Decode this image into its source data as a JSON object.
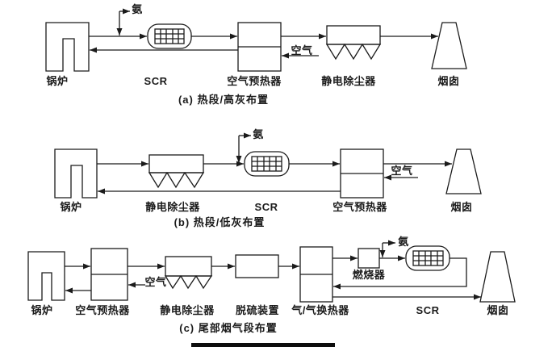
{
  "page": {
    "background": "#ffffff",
    "ink": "#1b1b1b"
  },
  "diagrams": {
    "a": {
      "caption": "(a) 热段/高灰布置",
      "labels": {
        "ammonia": "氨",
        "boiler": "锅炉",
        "scr": "SCR",
        "air_preheater": "空气预热器",
        "air": "空气",
        "esp": "静电除尘器",
        "stack": "烟囱"
      }
    },
    "b": {
      "caption": "(b) 热段/低灰布置",
      "labels": {
        "ammonia": "氨",
        "boiler": "锅炉",
        "esp": "静电除尘器",
        "scr": "SCR",
        "air_preheater": "空气预热器",
        "air": "空气",
        "stack": "烟囱"
      }
    },
    "c": {
      "caption": "(c) 尾部烟气段布置",
      "labels": {
        "ammonia": "氨",
        "boiler": "锅炉",
        "air_preheater": "空气预热器",
        "air": "空气",
        "esp": "静电除尘器",
        "fgd": "脱硫装置",
        "ggh": "气/气换热器",
        "burner": "燃烧器",
        "scr": "SCR",
        "stack": "烟囱"
      }
    }
  }
}
